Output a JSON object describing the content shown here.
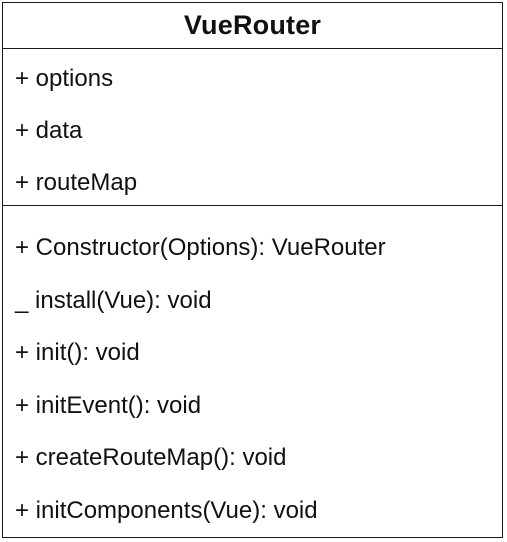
{
  "class": {
    "name": "VueRouter",
    "attributes": [
      {
        "label": "+ options"
      },
      {
        "label": "+ data"
      },
      {
        "label": "+ routeMap"
      }
    ],
    "methods": [
      {
        "label": "+ Constructor(Options): VueRouter"
      },
      {
        "label": "_ install(Vue): void"
      },
      {
        "label": "+ init(): void"
      },
      {
        "label": "+ initEvent(): void"
      },
      {
        "label": "+ createRouteMap(): void"
      },
      {
        "label": "+ initComponents(Vue): void"
      }
    ]
  }
}
